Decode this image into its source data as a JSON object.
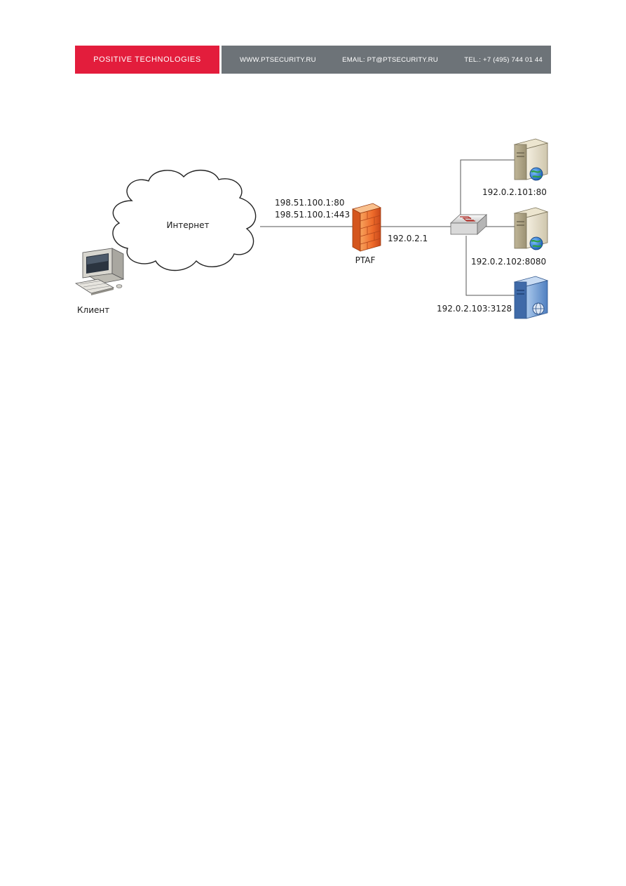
{
  "header": {
    "brand": "POSITIVE TECHNOLOGIES",
    "website": "WWW.PTSECURITY.RU",
    "email": "EMAIL: PT@PTSECURITY.RU",
    "phone": "TEL.: +7 (495) 744 01 44",
    "brand_color": "#e31d3c",
    "bar_color": "#6d7378"
  },
  "diagram": {
    "internet_label": "Интернет",
    "client_label": "Клиент",
    "ptaf_label": "PTAF",
    "ptaf_external_addr_1": "198.51.100.1:80",
    "ptaf_external_addr_2": "198.51.100.1:443",
    "ptaf_internal_addr": "192.0.2.1",
    "server_1_addr": "192.0.2.101:80",
    "server_2_addr": "192.0.2.102:8080",
    "server_3_addr": "192.0.2.103:3128",
    "icons": [
      "cloud-icon",
      "workstation-icon",
      "firewall-icon",
      "switch-icon",
      "web-server-icon",
      "proxy-server-icon"
    ]
  }
}
